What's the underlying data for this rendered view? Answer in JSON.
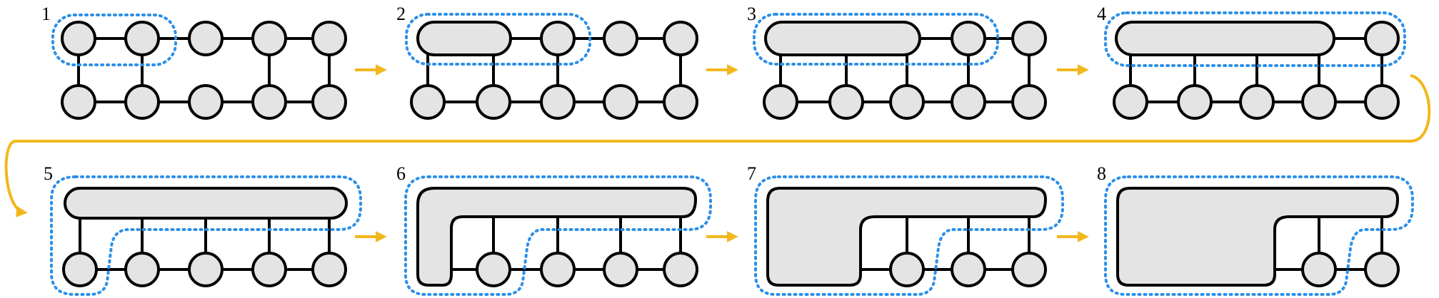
{
  "colors": {
    "node_fill": "#e4e4e4",
    "stroke": "#000000",
    "boundary": "#2c8fe8",
    "arrow": "#f2b71c",
    "background": "#ffffff"
  },
  "panels": [
    {
      "number": "1"
    },
    {
      "number": "2"
    },
    {
      "number": "3"
    },
    {
      "number": "4"
    },
    {
      "number": "5"
    },
    {
      "number": "6"
    },
    {
      "number": "7"
    },
    {
      "number": "8"
    }
  ]
}
